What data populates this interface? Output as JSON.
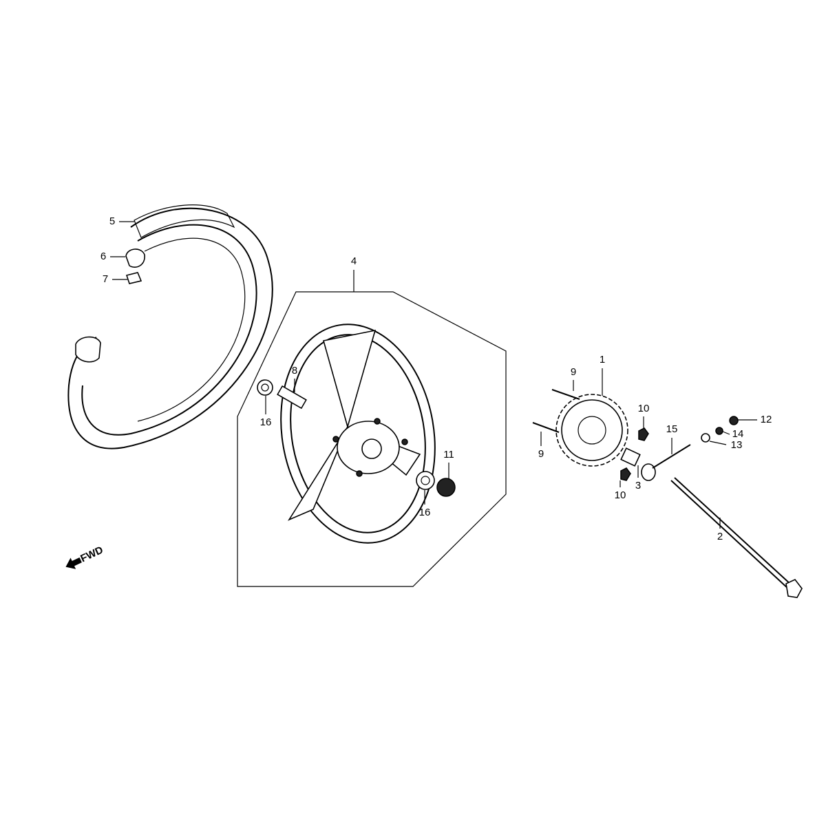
{
  "diagram": {
    "callouts": [
      {
        "id": "label-5",
        "text": "5"
      },
      {
        "id": "label-6",
        "text": "6"
      },
      {
        "id": "label-7",
        "text": "7"
      },
      {
        "id": "label-4",
        "text": "4"
      },
      {
        "id": "label-8",
        "text": "8"
      },
      {
        "id": "label-16a",
        "text": "16"
      },
      {
        "id": "label-11",
        "text": "11"
      },
      {
        "id": "label-16b",
        "text": "16"
      },
      {
        "id": "label-9a",
        "text": "9"
      },
      {
        "id": "label-1",
        "text": "1"
      },
      {
        "id": "label-10a",
        "text": "10"
      },
      {
        "id": "label-9b",
        "text": "9"
      },
      {
        "id": "label-10b",
        "text": "10"
      },
      {
        "id": "label-3",
        "text": "3"
      },
      {
        "id": "label-15",
        "text": "15"
      },
      {
        "id": "label-12",
        "text": "12"
      },
      {
        "id": "label-14",
        "text": "14"
      },
      {
        "id": "label-13",
        "text": "13"
      },
      {
        "id": "label-2",
        "text": "2"
      }
    ],
    "direction_indicator": "FWD",
    "line_color": "#000000",
    "background": "#ffffff"
  }
}
